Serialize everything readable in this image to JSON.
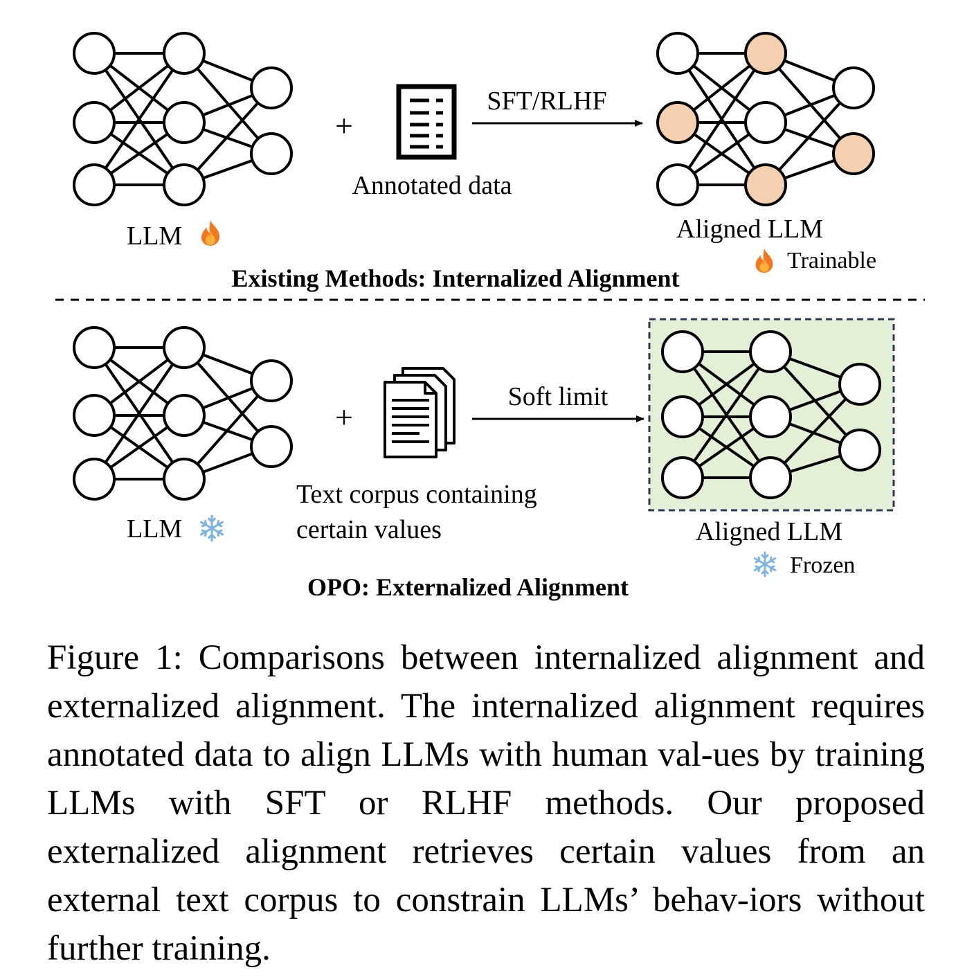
{
  "top": {
    "llm_label": "LLM",
    "plus": "+",
    "data_label": "Annotated data",
    "arrow_label": "SFT/RLHF",
    "aligned_label": "Aligned LLM",
    "legend_label": "Trainable",
    "section_title": "Existing Methods: Internalized Alignment"
  },
  "bottom": {
    "llm_label": "LLM",
    "plus": "+",
    "corpus_label_line1": "Text corpus containing",
    "corpus_label_line2": "certain values",
    "arrow_label": "Soft limit",
    "aligned_label": "Aligned LLM",
    "legend_label": "Frozen",
    "section_title": "OPO: Externalized Alignment"
  },
  "icons": {
    "trainable": "fire-icon",
    "frozen": "snowflake-icon",
    "annotated_data": "document-list-icon",
    "text_corpus": "document-stack-icon"
  },
  "colors": {
    "trained_node": "#F5D0B0",
    "frozen_box_fill": "#E4EFD8",
    "frozen_box_border": "#2E3A55",
    "fire": "#F07820",
    "snowflake": "#7FB4E0"
  },
  "caption": "Figure 1: Comparisons between internalized alignment and externalized alignment. The internalized alignment requires annotated data to align LLMs with human val-ues by training LLMs with SFT or RLHF methods. Our proposed externalized alignment retrieves certain values from an external text corpus to constrain LLMs’ behav-iors without further training."
}
